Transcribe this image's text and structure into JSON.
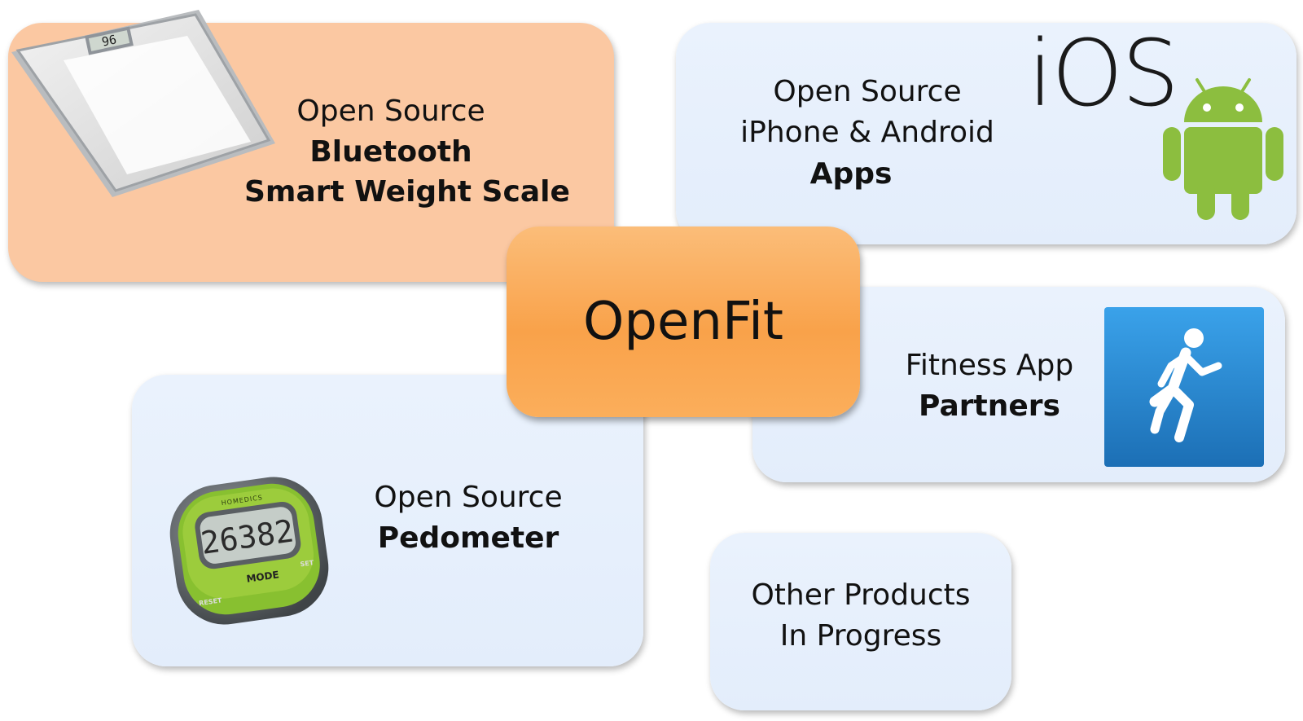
{
  "center": {
    "label": "OpenFit"
  },
  "scale_card": {
    "line1": "Open Source",
    "line2": "Bluetooth",
    "line3": "Smart Weight Scale",
    "display_reading": "96"
  },
  "apps_card": {
    "line1": "Open Source",
    "line2": "iPhone & Android",
    "line3": "Apps",
    "ios_logo_text": "iOS"
  },
  "partners_card": {
    "line1": "Fitness App",
    "line2": "Partners"
  },
  "pedometer_card": {
    "line1": "Open Source",
    "line2": "Pedometer",
    "display_reading": "26382",
    "brand_text": "HOMEDICS",
    "mode_label": "MODE",
    "reset_label": "RESET",
    "set_label": "SET"
  },
  "other_card": {
    "line1": "Other Products",
    "line2": "In Progress"
  },
  "colors": {
    "peach": "#fbc8a2",
    "card_blue": "#e6effc",
    "orange": "#f9a24a",
    "android_green": "#8cbe3f",
    "runkeeper_blue": "#2a8fd8"
  },
  "icons": [
    "weight-scale-image",
    "ios-logo",
    "android-icon",
    "runner-icon",
    "pedometer-image"
  ]
}
